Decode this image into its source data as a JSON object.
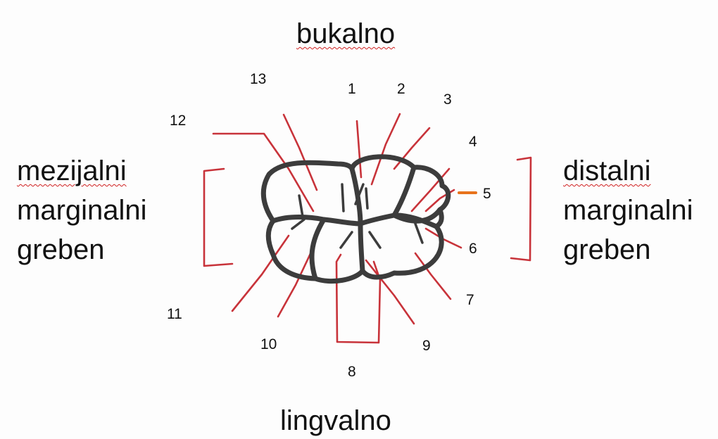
{
  "orientation": {
    "top": "bukalno",
    "bottom": "lingvalno"
  },
  "sides": {
    "left": [
      "mezijalni",
      "marginalni",
      "greben"
    ],
    "right": [
      "distalni",
      "marginalni",
      "greben"
    ]
  },
  "numbers": [
    "1",
    "2",
    "3",
    "4",
    "5",
    "6",
    "7",
    "8",
    "9",
    "10",
    "11",
    "12",
    "13"
  ],
  "colors": {
    "outline": "#3c3c3c",
    "leader_lines": "#c8333a",
    "highlight_marker": "#e8731c",
    "spellcheck_underline": "#d02020"
  }
}
